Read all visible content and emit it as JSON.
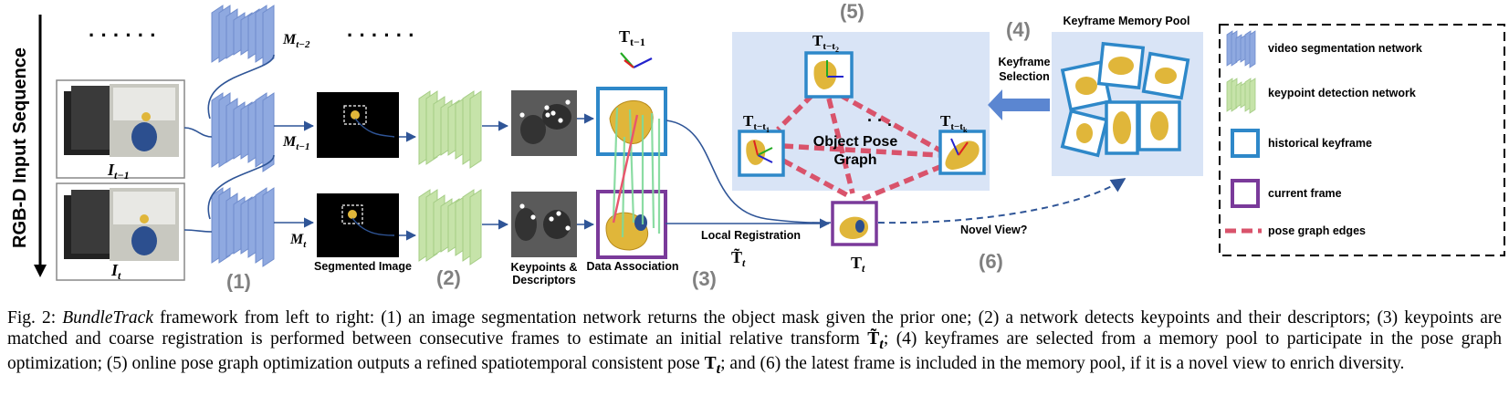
{
  "figure": {
    "input_sequence_label": "RGB-D Input Sequence",
    "ellipsis": "· · · · · ·",
    "frame_prev": {
      "base": "I",
      "sub": "t−1"
    },
    "frame_curr": {
      "base": "I",
      "sub": "t"
    },
    "mask_prev2": {
      "base": "M",
      "sub": "t−2"
    },
    "mask_prev": {
      "base": "M",
      "sub": "t−1"
    },
    "mask_curr": {
      "base": "M",
      "sub": "t"
    },
    "step1": "(1)",
    "step2": "(2)",
    "step3": "(3)",
    "step4": "(4)",
    "step5": "(5)",
    "step6": "(6)",
    "segmented_image": "Segmented Image",
    "keypoints_line1": "Keypoints &",
    "keypoints_line2": "Descriptors",
    "data_association": "Data Association",
    "pose_prev": {
      "base": "T",
      "sub": "t−1"
    },
    "local_registration": "Local Registration",
    "pose_coarse": {
      "base": "T̃",
      "sub": "t"
    },
    "pose_curr": {
      "base": "T",
      "sub": "t"
    },
    "graph_title_line1": "Object Pose",
    "graph_title_line2": "Graph",
    "node_t2": {
      "base": "T",
      "sub": "t−t",
      "subsub": "2"
    },
    "node_t1": {
      "base": "T",
      "sub": "t−t",
      "subsub": "1"
    },
    "node_tk": {
      "base": "T",
      "sub": "t−t",
      "subsub": "k"
    },
    "graph_dots": "· · .",
    "keyframe_selection_line1": "Keyframe",
    "keyframe_selection_line2": "Selection",
    "memory_pool_title": "Keyframe Memory Pool",
    "novel_view": "Novel View?",
    "colors": {
      "segmentation_net": "#8fa9e0",
      "keypoint_net": "#c6e3a9",
      "historical_keyframe": "#2e88c9",
      "current_frame": "#7a3a9a",
      "pose_edge": "#d9536b",
      "graph_bg": "#d9e4f6",
      "arrow": "#2f5597"
    }
  },
  "legend": {
    "items": [
      {
        "icon": "video-segmentation-network-icon",
        "label": "video segmentation network"
      },
      {
        "icon": "keypoint-detection-network-icon",
        "label": "keypoint detection network"
      },
      {
        "icon": "historical-keyframe-icon",
        "label": "historical keyframe"
      },
      {
        "icon": "current-frame-icon",
        "label": "current frame"
      },
      {
        "icon": "pose-graph-edges-icon",
        "label": "pose graph edges"
      }
    ]
  },
  "caption": {
    "fig_label": "Fig. 2: ",
    "name": "BundleTrack",
    "part1": " framework from left to right: (1) an image segmentation network returns the object mask given the prior one; (2) a network detects keypoints and their descriptors; (3) keypoints are matched and coarse registration is performed between consecutive frames to estimate an initial relative transform ",
    "sym1": "T̃",
    "sym1_sub": "t",
    "part2": "; (4) keyframes are selected from a memory pool to participate in the pose graph optimization; (5) online pose graph optimization outputs a refined spatiotemporal consistent pose ",
    "sym2": "T",
    "sym2_sub": "t",
    "part3": "; and (6) the latest frame is included in the memory pool, if it is a novel view to enrich diversity."
  }
}
